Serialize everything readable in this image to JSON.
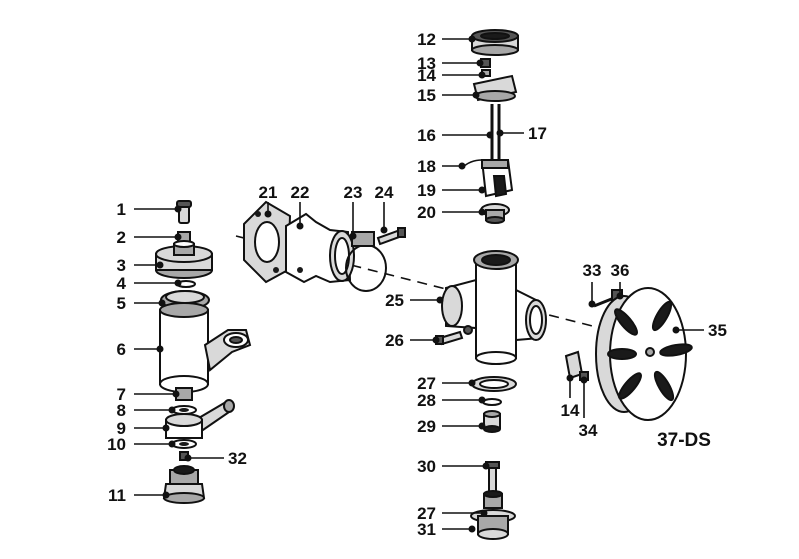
{
  "figure": {
    "caption": "37-DS",
    "callouts": [
      "1",
      "2",
      "3",
      "4",
      "5",
      "6",
      "7",
      "8",
      "9",
      "10",
      "11",
      "12",
      "13",
      "14",
      "15",
      "16",
      "17",
      "18",
      "19",
      "20",
      "21",
      "22",
      "23",
      "24",
      "25",
      "26",
      "27",
      "28",
      "29",
      "30",
      "31",
      "32",
      "33",
      "34",
      "35",
      "36"
    ],
    "repeated_callouts": {
      "14b": "14",
      "27b": "27"
    }
  }
}
